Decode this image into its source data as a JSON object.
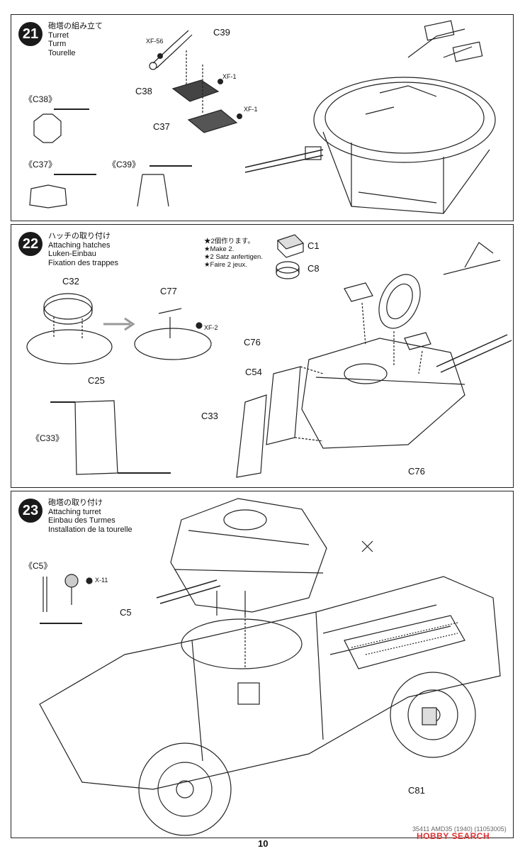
{
  "step21": {
    "number": "21",
    "title_jp": "砲塔の組み立て",
    "title_en": "Turret",
    "title_de": "Turm",
    "title_fr": "Tourelle",
    "parts": {
      "xf56": "XF-56",
      "c39": "C39",
      "xf1a": "XF-1",
      "c38": "C38",
      "xf1b": "XF-1",
      "c37": "C37",
      "c38_ref": "《C38》",
      "c37_ref": "《C37》",
      "c39_ref": "《C39》"
    }
  },
  "step22": {
    "number": "22",
    "title_jp": "ハッチの取り付け",
    "title_en": "Attaching hatches",
    "title_de": "Luken-Einbau",
    "title_fr": "Fixation des trappes",
    "note": [
      "★2個作ります。",
      "★Make 2.",
      "★2 Satz anfertigen.",
      "★Faire 2 jeux."
    ],
    "parts": {
      "c1": "C1",
      "c8": "C8",
      "c32": "C32",
      "c77": "C77",
      "xf2": "XF-2",
      "c25": "C25",
      "c76a": "C76",
      "c54": "C54",
      "c33": "C33",
      "c76b": "C76",
      "c33_ref": "《C33》"
    }
  },
  "step23": {
    "number": "23",
    "title_jp": "砲塔の取り付け",
    "title_en": "Attaching turret",
    "title_de": "Einbau des Turmes",
    "title_fr": "Installation de la tourelle",
    "parts": {
      "c5_ref": "《C5》",
      "x11": "X-11",
      "c5": "C5",
      "c81": "C81"
    }
  },
  "footer": {
    "page_number": "10",
    "product_code": "35411 AMD35 (1940) (11053005)",
    "watermark": "HOBBY SEARCH"
  }
}
